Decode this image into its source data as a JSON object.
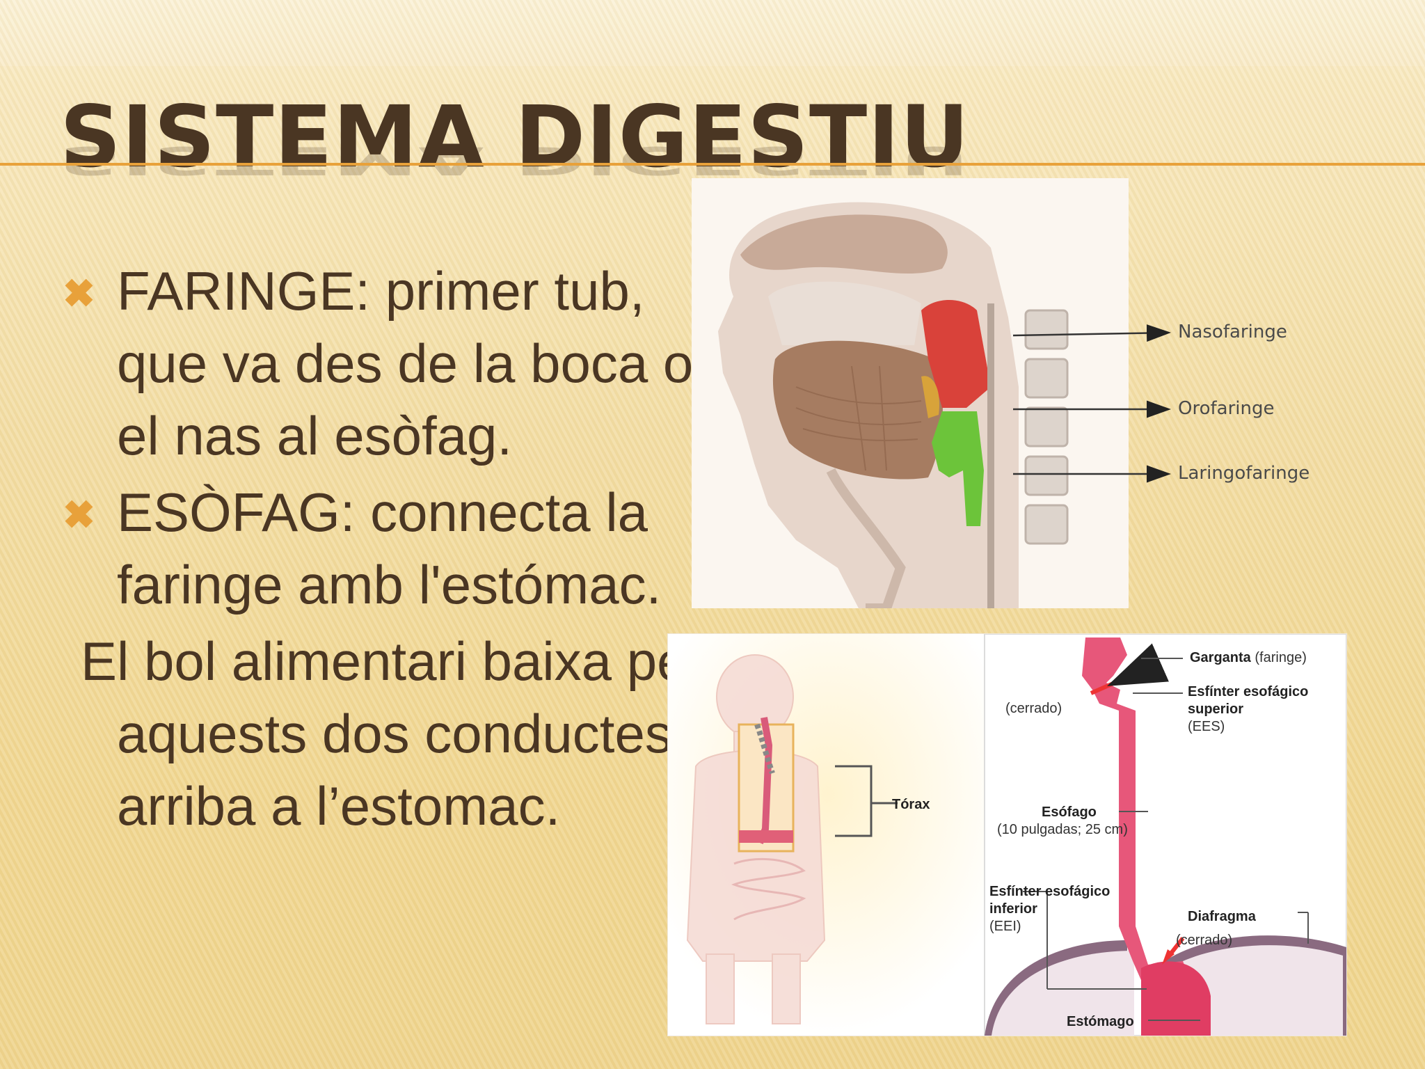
{
  "slide": {
    "title": "SISTEMA DIGESTIU",
    "bullets": [
      {
        "icon": "x-bullet-icon",
        "text": "FARINGE:  primer tub, que va des de la boca o el nas al esòfag."
      },
      {
        "icon": "x-bullet-icon",
        "text": "ESÒFAG: connecta la faringe amb l'estómac."
      }
    ],
    "paragraph": "El bol alimentari baixa per aquests dos conductes i arriba a l’estomac."
  },
  "pharynx_figure": {
    "labels": [
      "Nasofaringe",
      "Orofaringe",
      "Laringofaringe"
    ]
  },
  "esophagus_figure": {
    "torax": "Tórax",
    "garganta": "Garganta",
    "faringe": "(faringe)",
    "ees_title_1": "Esfínter esofágico",
    "ees_title_2": "superior",
    "ees_abbr": "(EES)",
    "cerrado_top": "(cerrado)",
    "esofago": "Esófago",
    "esofago_size": "(10 pulgadas; 25 cm)",
    "eei_title_1": "Esfínter esofágico",
    "eei_title_2": "inferior",
    "eei_abbr": "(EEI)",
    "diafragma": "Diafragma",
    "cerrado_bottom": "(cerrado)",
    "estomago": "Estómago"
  },
  "colors": {
    "title": "#4a3623",
    "accent": "#e8a13a",
    "nasopharynx": "#d9423a",
    "laryngopharynx": "#6cc43a",
    "esophagus": "#e7577a"
  }
}
